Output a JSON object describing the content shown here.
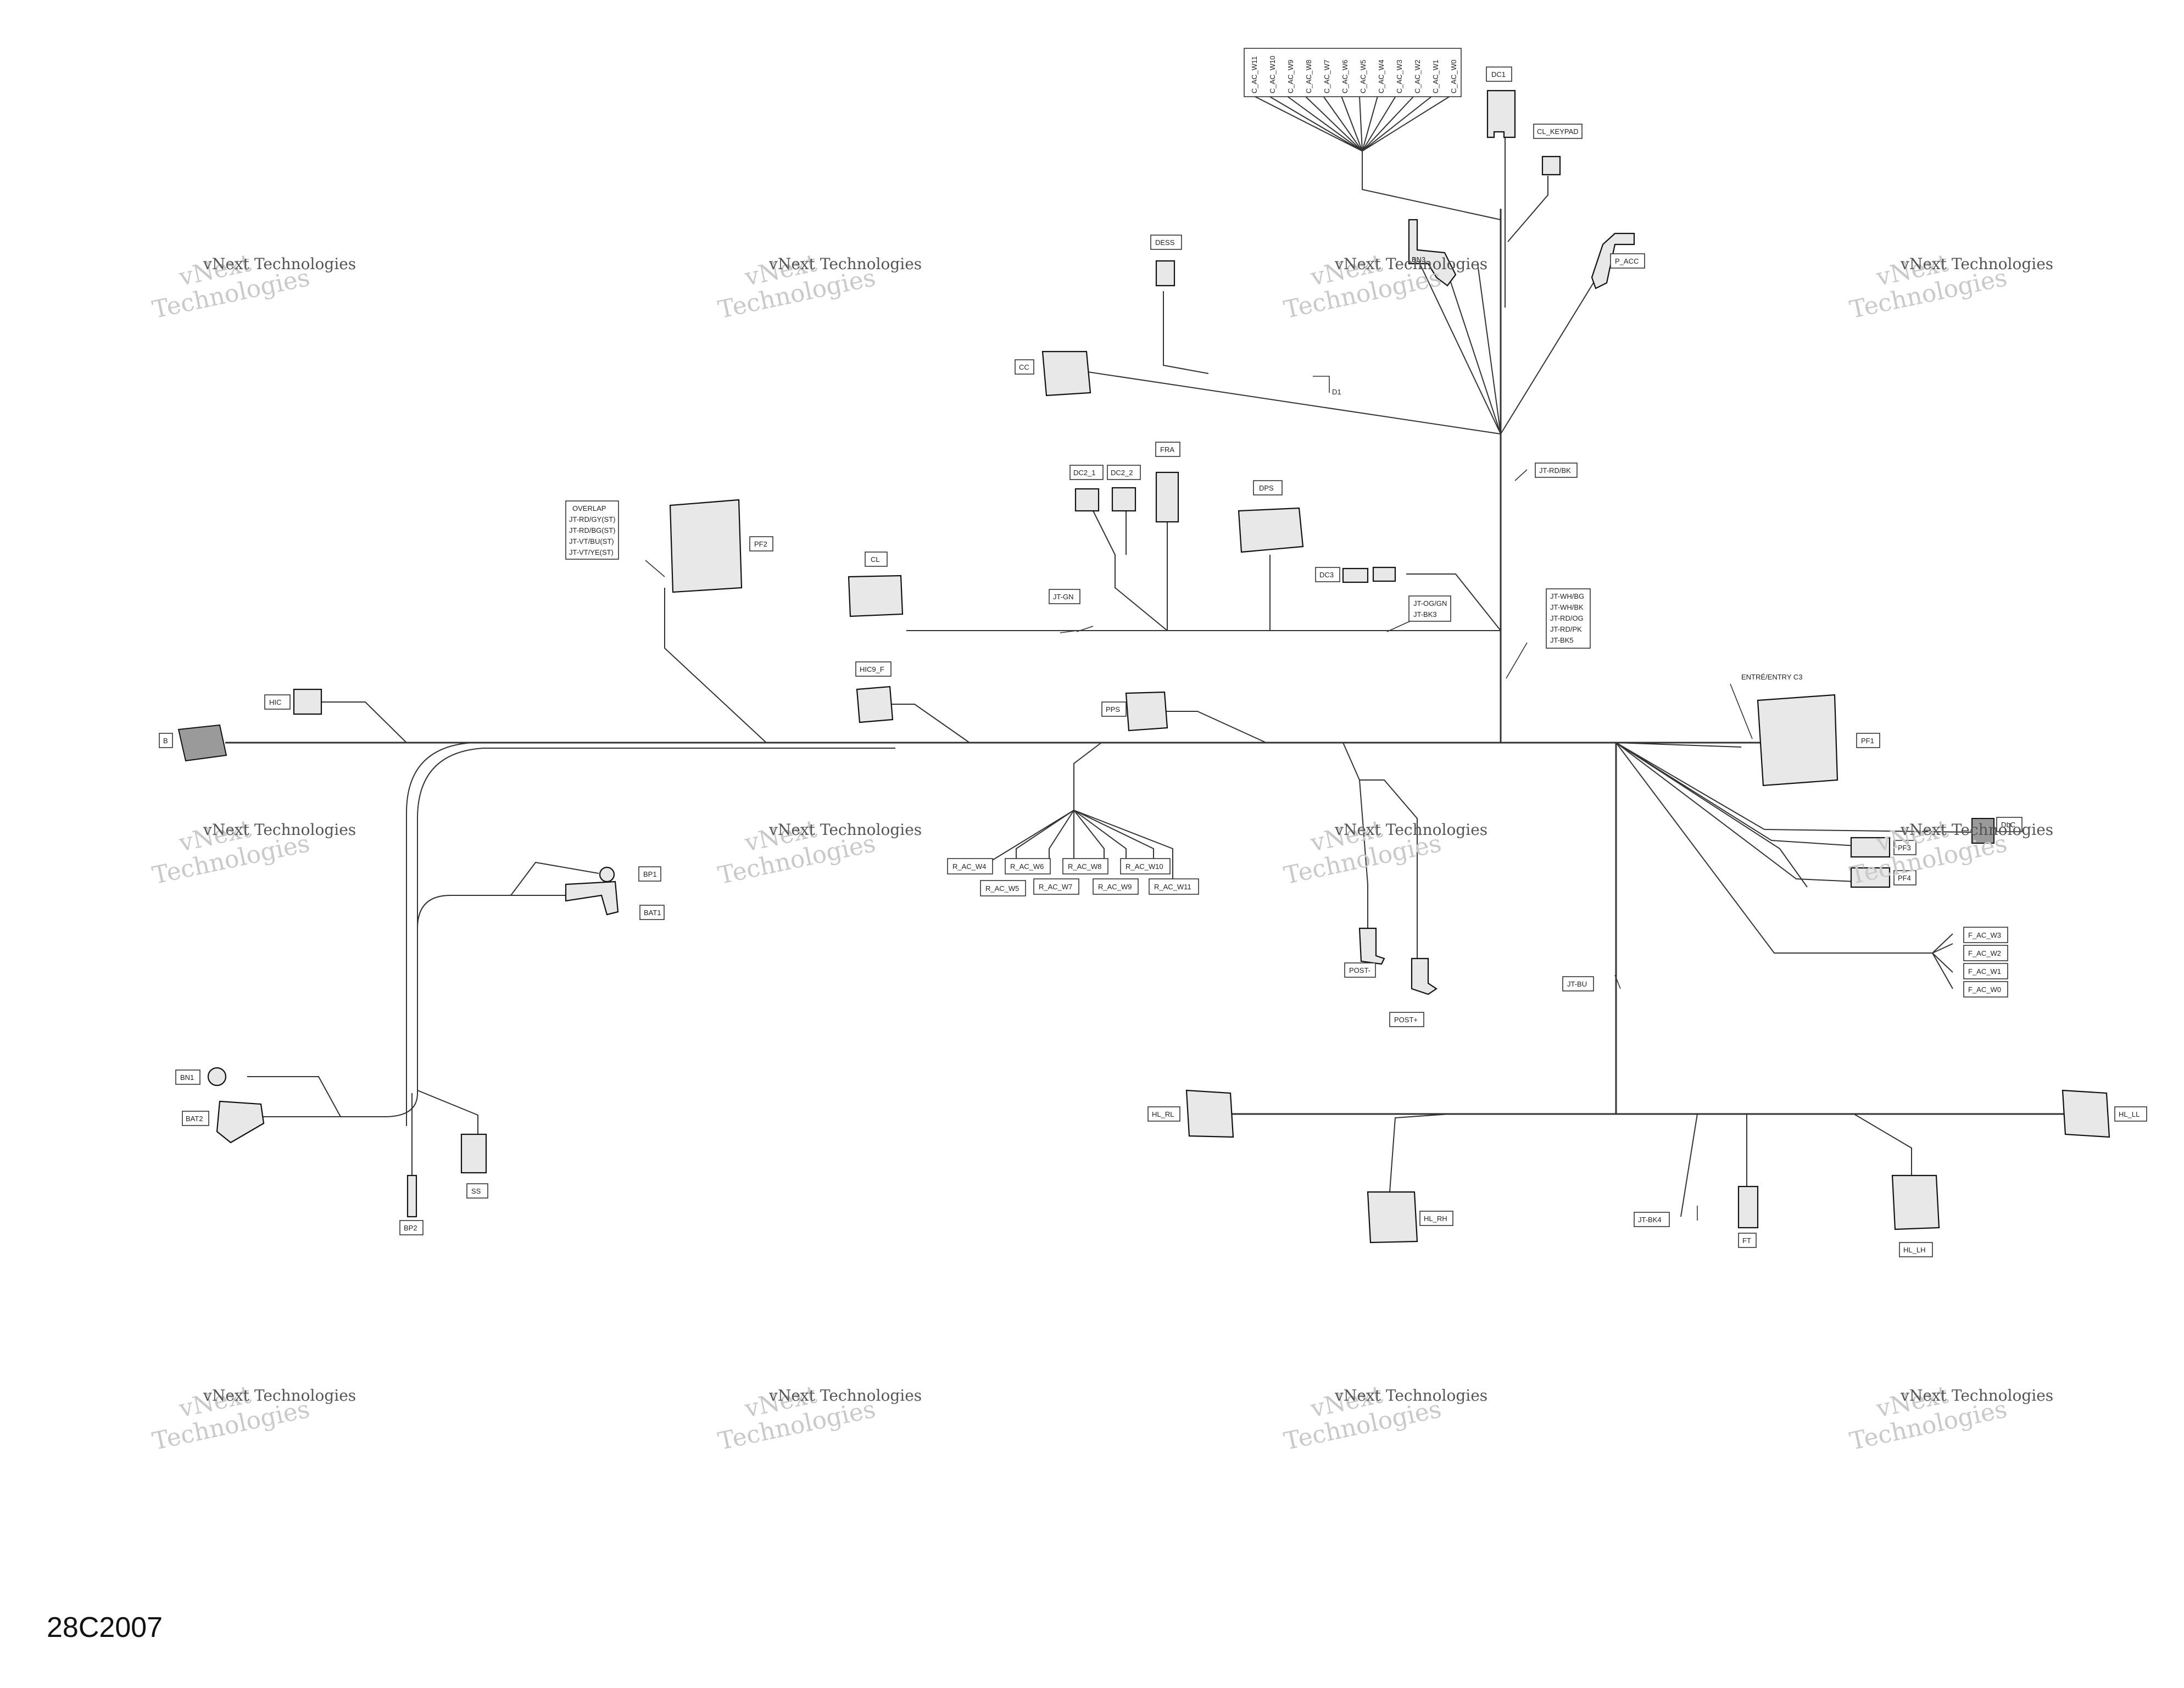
{
  "drawing_code": "28C2007",
  "watermark": {
    "line1": "vNext Technologies",
    "line2a": "vNext",
    "line2b": "Technologies"
  },
  "labels": {
    "c_ac_w11": "C_AC_W11",
    "c_ac_w10": "C_AC_W10",
    "c_ac_w9": "C_AC_W9",
    "c_ac_w8": "C_AC_W8",
    "c_ac_w7": "C_AC_W7",
    "c_ac_w6": "C_AC_W6",
    "c_ac_w5": "C_AC_W5",
    "c_ac_w4": "C_AC_W4",
    "c_ac_w3": "C_AC_W3",
    "c_ac_w2": "C_AC_W2",
    "c_ac_w1": "C_AC_W1",
    "c_ac_w0": "C_AC_W0",
    "dc1": "DC1",
    "cl_keypad": "CL_KEYPAD",
    "dess": "DESS",
    "bn3": "BN3",
    "p_acc": "P_ACC",
    "cc": "CC",
    "d1": "D1",
    "jt_rd_bk": "JT-RD/BK",
    "fra": "FRA",
    "dc2_1": "DC2_1",
    "dc2_2": "DC2_2",
    "dps": "DPS",
    "overlap": [
      "OVERLAP",
      "JT-RD/GY(ST)",
      "JT-RD/BG(ST)",
      "JT-VT/BU(ST)",
      "JT-VT/YE(ST)"
    ],
    "pf2": "PF2",
    "cl": "CL",
    "dc3": "DC3",
    "jt_gn": "JT-GN",
    "jt_og_gn": [
      "JT-OG/GN",
      "JT-BK3"
    ],
    "jt_wh_bg": [
      "JT-WH/BG",
      "JT-WH/BK",
      "JT-RD/OG",
      "JT-RD/PK",
      "JT-BK5"
    ],
    "hic9_f": "HIC9_F",
    "hic": "HIC",
    "b": "B",
    "pps": "PPS",
    "entry_c3": "ENTRÉ/ENTRY C3",
    "pf1": "PF1",
    "dlc": "DLC",
    "pf3": "PF3",
    "pf4": "PF4",
    "r_ac_w4": "R_AC_W4",
    "r_ac_w6": "R_AC_W6",
    "r_ac_w8": "R_AC_W8",
    "r_ac_w10": "R_AC_W10",
    "r_ac_w5": "R_AC_W5",
    "r_ac_w7": "R_AC_W7",
    "r_ac_w9": "R_AC_W9",
    "r_ac_w11": "R_AC_W11",
    "bp1": "BP1",
    "bat1": "BAT1",
    "post_minus": "POST-",
    "post_plus": "POST+",
    "f_ac_w3": "F_AC_W3",
    "f_ac_w2": "F_AC_W2",
    "f_ac_w1": "F_AC_W1",
    "f_ac_w0": "F_AC_W0",
    "jt_bu": "JT-BU",
    "bn1": "BN1",
    "bat2": "BAT2",
    "ss": "SS",
    "bp2": "BP2",
    "hl_rl": "HL_RL",
    "hl_ll": "HL_LL",
    "hl_rh": "HL_RH",
    "hl_lh": "HL_LH",
    "jt_bk4": "JT-BK4",
    "ft": "FT"
  }
}
